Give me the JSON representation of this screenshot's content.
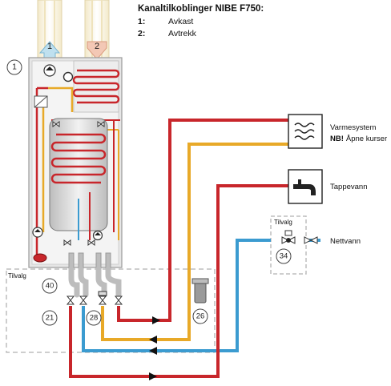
{
  "title": "Kanaltilkoblinger NIBE F750:",
  "legend": [
    {
      "key": "1:",
      "label": "Avkast"
    },
    {
      "key": "2:",
      "label": "Avtrekk"
    }
  ],
  "duct_labels": {
    "exhaust": "1",
    "extract": "2"
  },
  "connections": {
    "heating_system": {
      "label": "Varmesystem",
      "note_bold": "NB!",
      "note": "Åpne kurser"
    },
    "hot_water": {
      "label": "Tappevann"
    },
    "mains_water": {
      "label": "Nettvann"
    }
  },
  "option_labels": {
    "main": "Tilvalg",
    "small": "Tilvalg"
  },
  "callouts": {
    "unit": "1",
    "c40": "40",
    "c21": "21",
    "c28": "28",
    "c26": "26",
    "c34": "34"
  },
  "colors": {
    "hot": "#c8262b",
    "warm": "#e8a928",
    "cold": "#3b9bd0",
    "unit_body": "#e6e6e6",
    "pipe_grey": "#bdbdbd"
  }
}
